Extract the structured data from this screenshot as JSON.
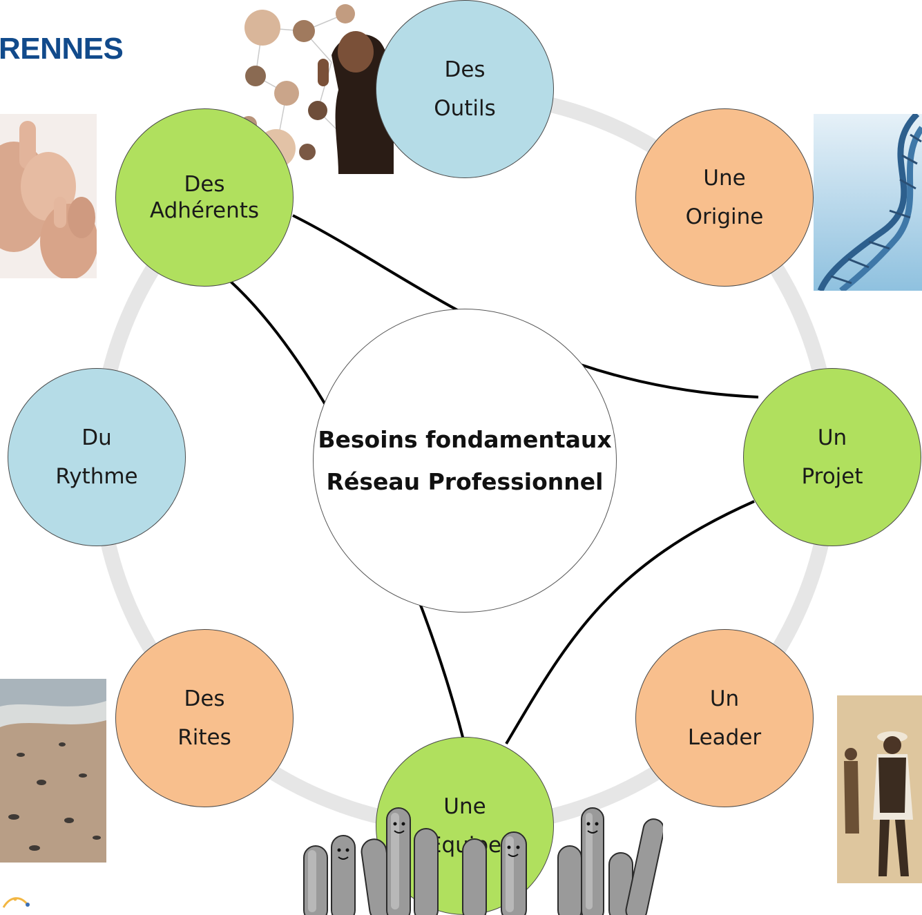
{
  "header": {
    "title": "RENNES"
  },
  "center": {
    "line1": "Besoins fondamentaux",
    "line2": "Réseau Professionnel"
  },
  "nodes": {
    "outils": {
      "l1": "Des",
      "l2": "Outils"
    },
    "origine": {
      "l1": "Une",
      "l2": "Origine"
    },
    "projet": {
      "l1": "Un",
      "l2": "Projet"
    },
    "leader": {
      "l1": "Un",
      "l2": "Leader"
    },
    "equipe": {
      "l1": "Une",
      "l2": "Equipe"
    },
    "rites": {
      "l1": "Des",
      "l2": "Rites"
    },
    "rythme": {
      "l1": "Du",
      "l2": "Rythme"
    },
    "adherents": {
      "l1": "Des",
      "l2": "Adhérents"
    }
  },
  "colors": {
    "title": "#114a8b",
    "green": "#b0e05e",
    "blue": "#b5dce7",
    "orange": "#f8bf8d",
    "ring": "#e6e6e6",
    "connector": "#000000"
  },
  "images": {
    "network": "people-network-photo",
    "thumbs": "thumbs-up-photo",
    "dna": "dna-helix-photo",
    "beach": "beach-pebbles-photo",
    "leader": "walking-man-sepia-photo",
    "fingers": "smiling-fingers-photo"
  }
}
